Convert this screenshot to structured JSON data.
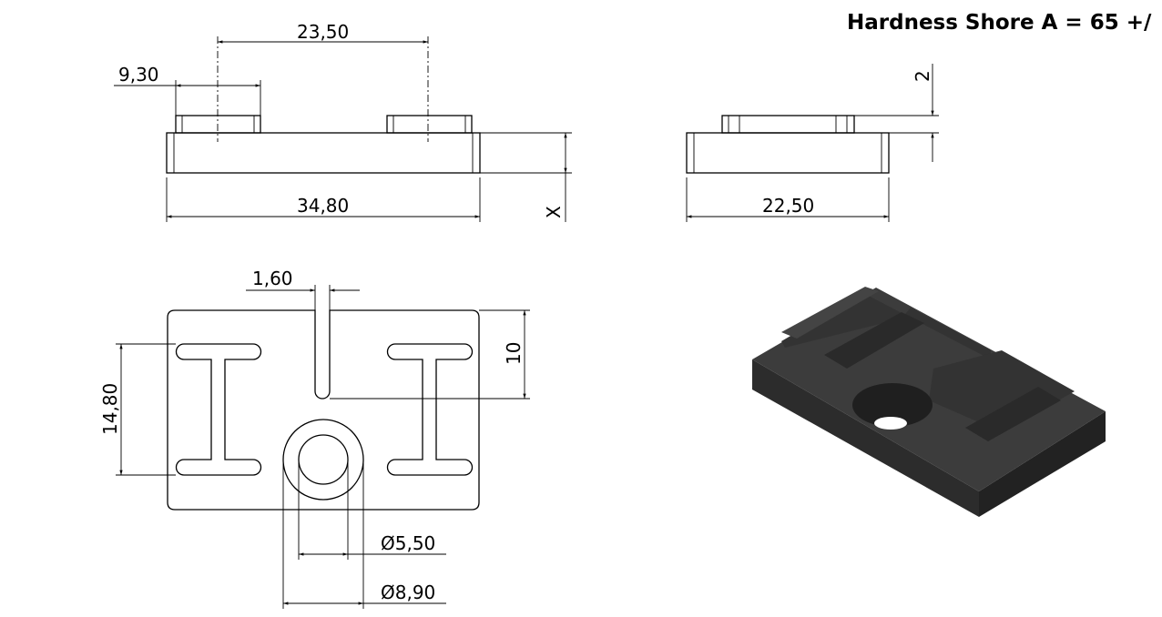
{
  "note": "Hardness Shore A = 65  +/",
  "front_view": {
    "dim_spacing": "23,50",
    "dim_boss": "9,30",
    "dim_length": "34,80",
    "dim_height": "X"
  },
  "side_view": {
    "dim_width": "22,50",
    "dim_boss_height": "2"
  },
  "top_view": {
    "dim_slot_width": "1,60",
    "dim_slot_depth": "10",
    "dim_i_height": "14,80",
    "dim_hole_inner": "Ø5,50",
    "dim_hole_outer": "Ø8,90"
  },
  "colors": {
    "line": "#000000",
    "part_top": "#3b3b3b",
    "part_side": "#2a2a2a"
  }
}
